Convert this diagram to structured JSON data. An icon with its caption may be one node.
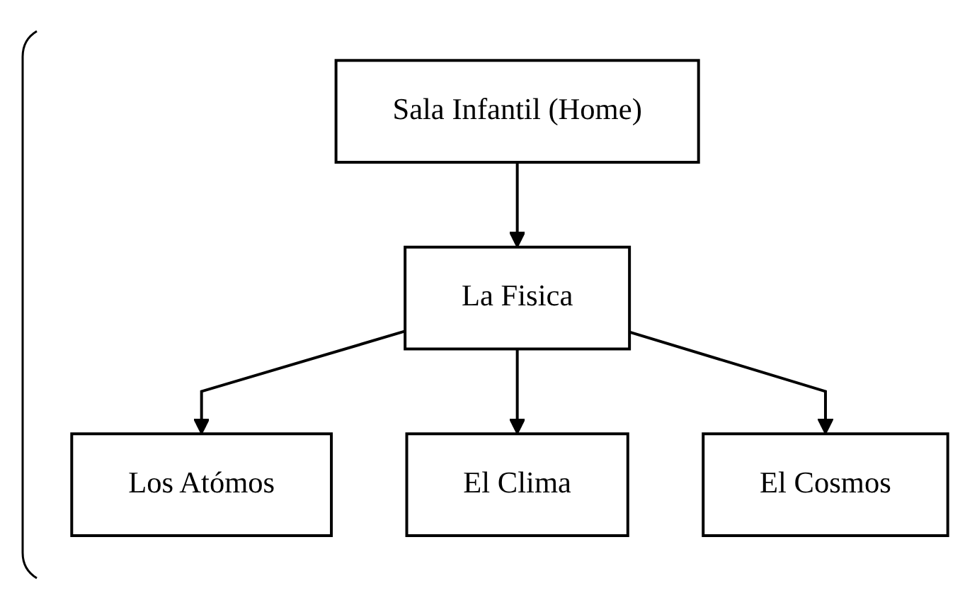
{
  "diagram": {
    "nodes": [
      {
        "text": [
          "Sala Infantil (Home)"
        ]
      },
      {
        "text": [
          "La Fisica"
        ]
      },
      {
        "text": [
          "Los Atómos"
        ]
      },
      {
        "text": [
          "El Clima"
        ]
      },
      {
        "text": [
          "El Cosmos"
        ]
      }
    ],
    "edges": [
      {
        "from": 0,
        "to": 1,
        "arrow": "to"
      },
      {
        "from": 1,
        "to": 2,
        "arrow": "to"
      },
      {
        "from": 1,
        "to": 3,
        "arrow": "to"
      },
      {
        "from": 1,
        "to": 4,
        "arrow": "to"
      }
    ]
  }
}
